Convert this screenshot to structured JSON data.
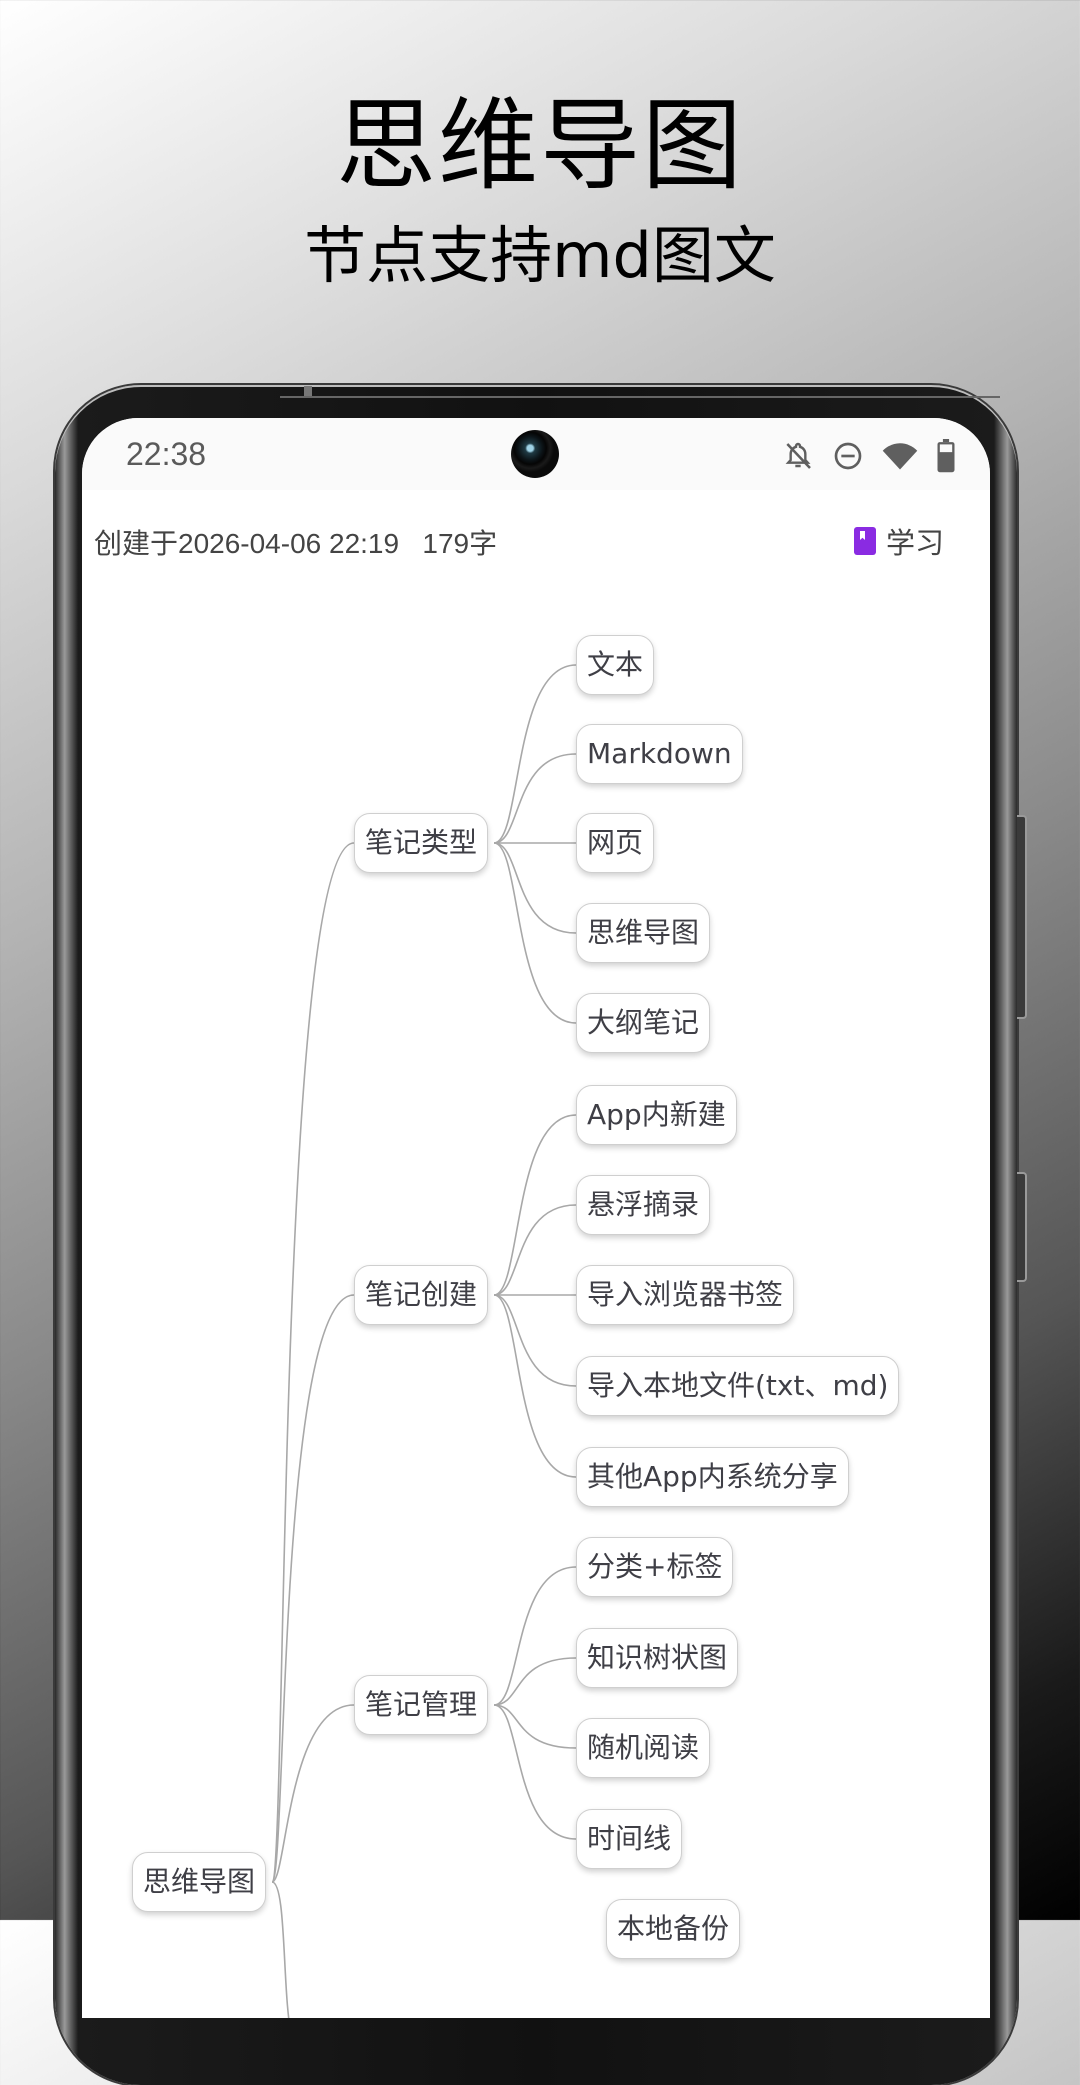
{
  "promo": {
    "title": "思维导图",
    "subtitle": "节点支持md图文"
  },
  "statusbar": {
    "time": "22:38",
    "icons": [
      "notifications-off-icon",
      "do-not-disturb-icon",
      "wifi-icon",
      "battery-icon"
    ]
  },
  "note": {
    "meta": "创建于2026-04-06 22:19   179字",
    "category_icon": "book-icon",
    "category_color": "#8a2be2",
    "category": "学习"
  },
  "mindmap": {
    "root": "思维导图",
    "branches": [
      {
        "label": "笔记类型",
        "children": [
          "文本",
          "Markdown",
          "网页",
          "思维导图",
          "大纲笔记"
        ]
      },
      {
        "label": "笔记创建",
        "children": [
          "App内新建",
          "悬浮摘录",
          "导入浏览器书签",
          "导入本地文件(txt、md)",
          "其他App内系统分享"
        ]
      },
      {
        "label": "笔记管理",
        "children": [
          "分类+标签",
          "知识树状图",
          "随机阅读",
          "时间线"
        ]
      },
      {
        "label": "",
        "children": [
          "本地备份"
        ]
      }
    ]
  }
}
